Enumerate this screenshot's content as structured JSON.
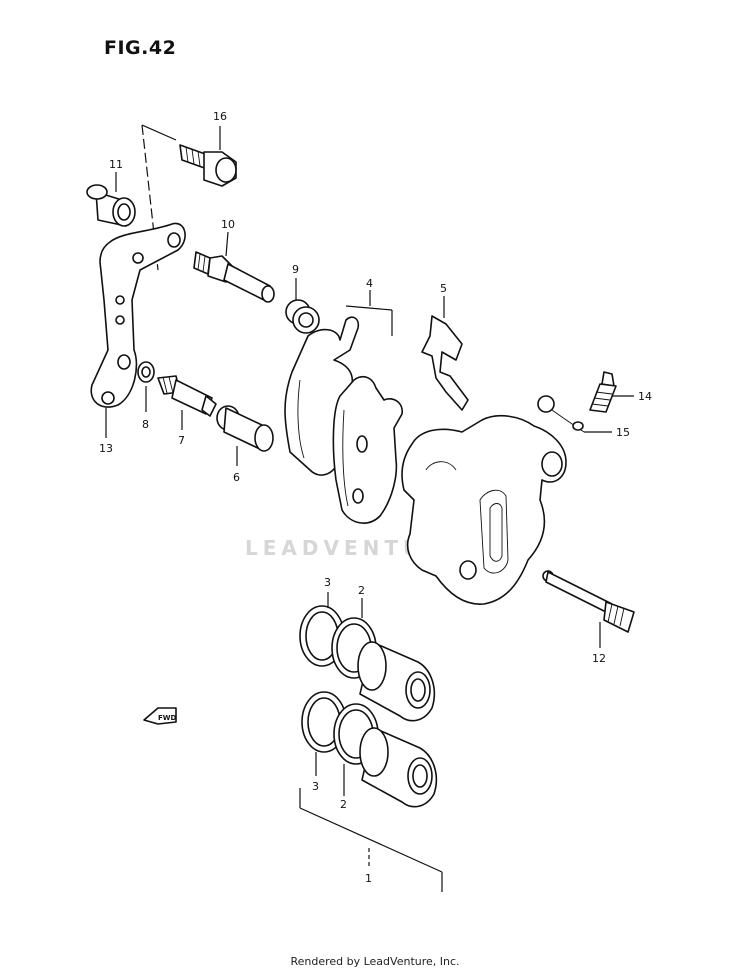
{
  "figure": {
    "title": "FIG.42",
    "footer": "Rendered by LeadVenture, Inc.",
    "watermark": "LEADVENTURE",
    "fwd_label": "FWD"
  },
  "callouts": [
    {
      "id": "1",
      "label": "1"
    },
    {
      "id": "2a",
      "label": "2"
    },
    {
      "id": "2b",
      "label": "2"
    },
    {
      "id": "3a",
      "label": "3"
    },
    {
      "id": "3b",
      "label": "3"
    },
    {
      "id": "4",
      "label": "4"
    },
    {
      "id": "5",
      "label": "5"
    },
    {
      "id": "6",
      "label": "6"
    },
    {
      "id": "7",
      "label": "7"
    },
    {
      "id": "8",
      "label": "8"
    },
    {
      "id": "9",
      "label": "9"
    },
    {
      "id": "10",
      "label": "10"
    },
    {
      "id": "11",
      "label": "11"
    },
    {
      "id": "12",
      "label": "12"
    },
    {
      "id": "13",
      "label": "13"
    },
    {
      "id": "14",
      "label": "14"
    },
    {
      "id": "15",
      "label": "15"
    },
    {
      "id": "16",
      "label": "16"
    }
  ]
}
